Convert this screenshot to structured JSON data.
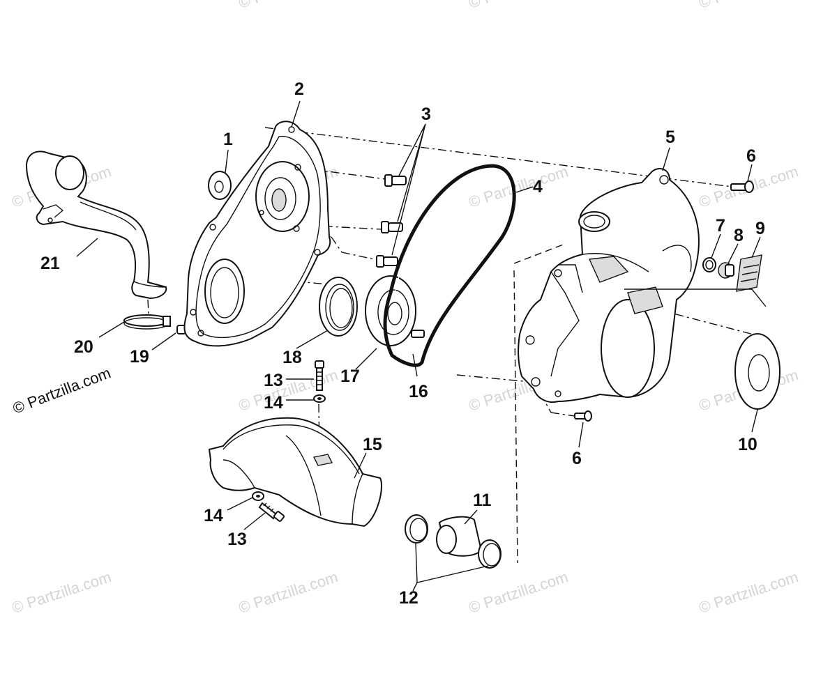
{
  "callouts": [
    {
      "id": "1",
      "text": "1"
    },
    {
      "id": "2",
      "text": "2"
    },
    {
      "id": "3",
      "text": "3"
    },
    {
      "id": "4",
      "text": "4"
    },
    {
      "id": "5",
      "text": "5"
    },
    {
      "id": "6a",
      "text": "6"
    },
    {
      "id": "6b",
      "text": "6"
    },
    {
      "id": "7",
      "text": "7"
    },
    {
      "id": "8",
      "text": "8"
    },
    {
      "id": "9",
      "text": "9"
    },
    {
      "id": "10",
      "text": "10"
    },
    {
      "id": "11",
      "text": "11"
    },
    {
      "id": "12",
      "text": "12"
    },
    {
      "id": "13a",
      "text": "13"
    },
    {
      "id": "13b",
      "text": "13"
    },
    {
      "id": "14a",
      "text": "14"
    },
    {
      "id": "14b",
      "text": "14"
    },
    {
      "id": "15",
      "text": "15"
    },
    {
      "id": "16",
      "text": "16"
    },
    {
      "id": "17",
      "text": "17"
    },
    {
      "id": "18",
      "text": "18"
    },
    {
      "id": "19",
      "text": "19"
    },
    {
      "id": "20",
      "text": "20"
    },
    {
      "id": "21",
      "text": "21"
    }
  ],
  "credit": "© Partzilla.com",
  "watermark": "© Partzilla.com"
}
